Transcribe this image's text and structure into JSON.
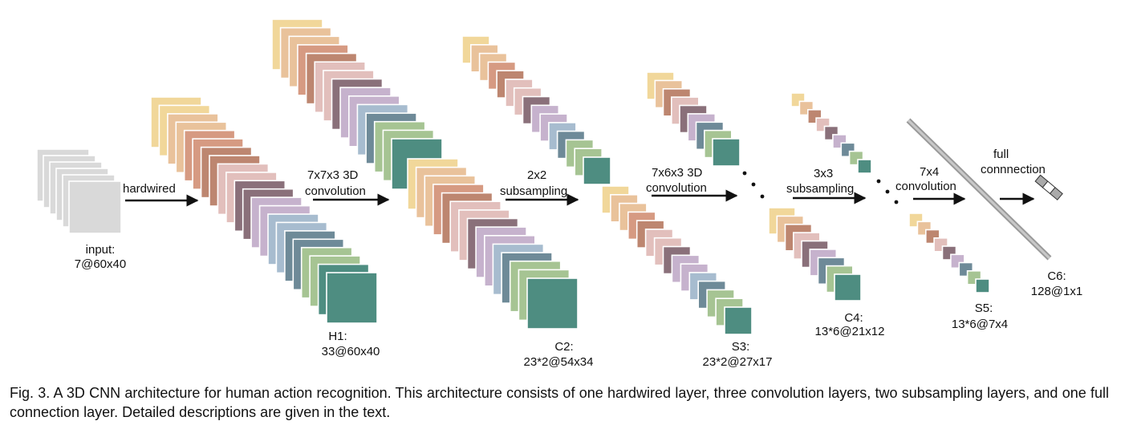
{
  "palette": [
    "#f1d79a",
    "#e9c29b",
    "#d69a82",
    "#bd8670",
    "#e2bfbc",
    "#8a707a",
    "#c6b2cd",
    "#a7bccf",
    "#6e8a98",
    "#a6c493",
    "#4e8d81"
  ],
  "input_color": "#d9d9d9",
  "labels": {
    "input_title": "input:",
    "input_dims": "7@60x40",
    "h1_title": "H1:",
    "h1_dims": "33@60x40",
    "c2_title": "C2:",
    "c2_dims": "23*2@54x34",
    "s3_title": "S3:",
    "s3_dims": "23*2@27x17",
    "c4_title": "C4:",
    "c4_dims": "13*6@21x12",
    "s5_title": "S5:",
    "s5_dims": "13*6@7x4",
    "c6_title": "C6:",
    "c6_dims": "128@1x1"
  },
  "arrows": {
    "hardwired": "hardwired",
    "conv1_line1": "7x7x3 3D",
    "conv1_line2": "convolution",
    "sub1_line1": "2x2",
    "sub1_line2": "subsampling",
    "conv2_line1": "7x6x3 3D",
    "conv2_line2": "convolution",
    "sub2_line1": "3x3",
    "sub2_line2": "subsampling",
    "conv3_line1": "7x4",
    "conv3_line2": "convolution",
    "full_line1": "full",
    "full_line2": "connnection"
  },
  "caption": "Fig. 3. A 3D CNN architecture for human action recognition. This architecture consists of one hardwired layer, three convolution layers, two subsampling layers, and one full connection layer. Detailed descriptions are given in the text."
}
